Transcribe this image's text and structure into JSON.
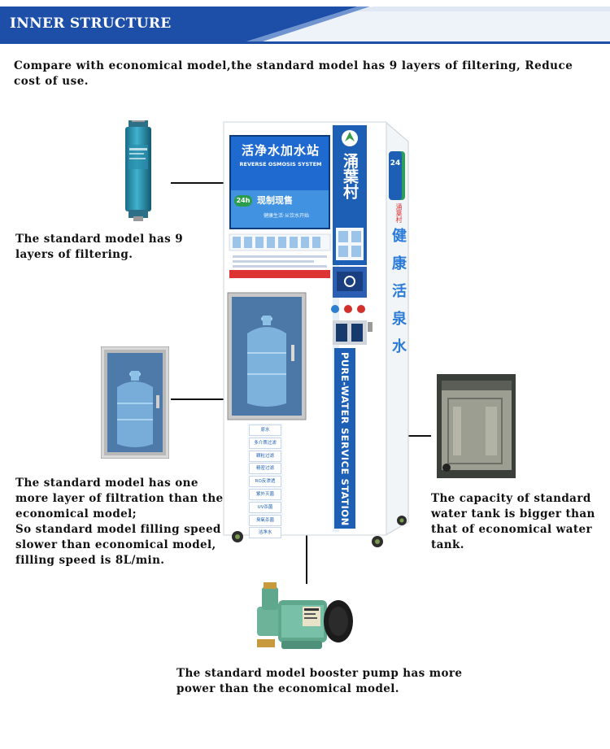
{
  "header": {
    "title": "INNER STRUCTURE"
  },
  "intro": {
    "text": "Compare with economical model,the standard model has 9 layers of filtering, Reduce cost of use."
  },
  "callouts": {
    "filter": "The standard model has 9 layers of filtering.",
    "door": "The standard model has one more layer of filtration than the economical model;\nSo standard model filling speed slower than economical model, filling speed is 8L/min.",
    "tank": "The capacity of standard water tank is bigger than that of economical water tank.",
    "pump": "The standard model booster pump has more power than the economical model."
  },
  "machine": {
    "screen_title": "活净水加水站",
    "screen_subtitle": "REVERSE OSMOSIS SYSTEM",
    "screen_badge": "24h",
    "screen_slogan": "现制现售",
    "screen_small": "健康生活·从饮水开始",
    "brand_vertical": "涌葉村",
    "side_vertical": "健康活泉水",
    "station_label": "PURE-WATER SERVICE STATION",
    "badge_24": "24",
    "badge_side": "涌葉村",
    "filter_steps": [
      "原水",
      "多介质过滤",
      "颗粒过滤",
      "精密过滤",
      "RO反渗透",
      "紫外灭菌",
      "UV杀菌",
      "臭氧杀菌",
      "洁净水"
    ]
  },
  "colors": {
    "accent_blue": "#1e4fa8",
    "banner_light": "#c9d9ee",
    "brand_blue": "#1c5fb5"
  }
}
